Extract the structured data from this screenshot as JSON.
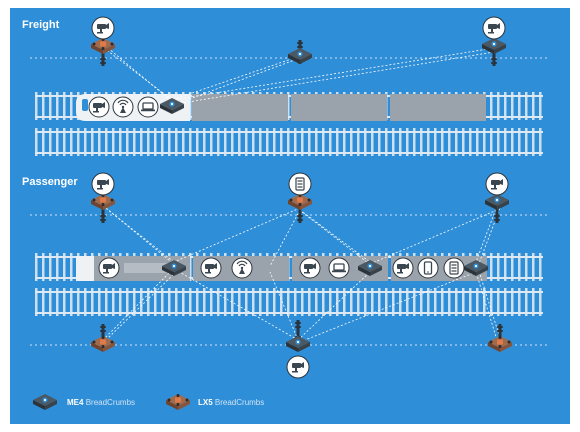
{
  "sections": {
    "freight": {
      "label": "Freight"
    },
    "passenger": {
      "label": "Passenger"
    }
  },
  "legend": {
    "me4": {
      "model": "ME4",
      "suffix": "BreadCrumbs"
    },
    "lx5": {
      "model": "LX5",
      "suffix": "BreadCrumbs"
    }
  },
  "colors": {
    "background": "#2f8ed8",
    "track": "#dfe9f3",
    "car": "#9aa3ab",
    "lead_car": "#eef2f5",
    "me4_device": "#3a4650",
    "lx5_device": "#8f5a40",
    "link": "#ffffff"
  },
  "icons": {
    "camera": "camera-icon",
    "antenna": "antenna-icon",
    "laptop": "laptop-icon",
    "server": "server-icon",
    "phone": "phone-icon"
  }
}
